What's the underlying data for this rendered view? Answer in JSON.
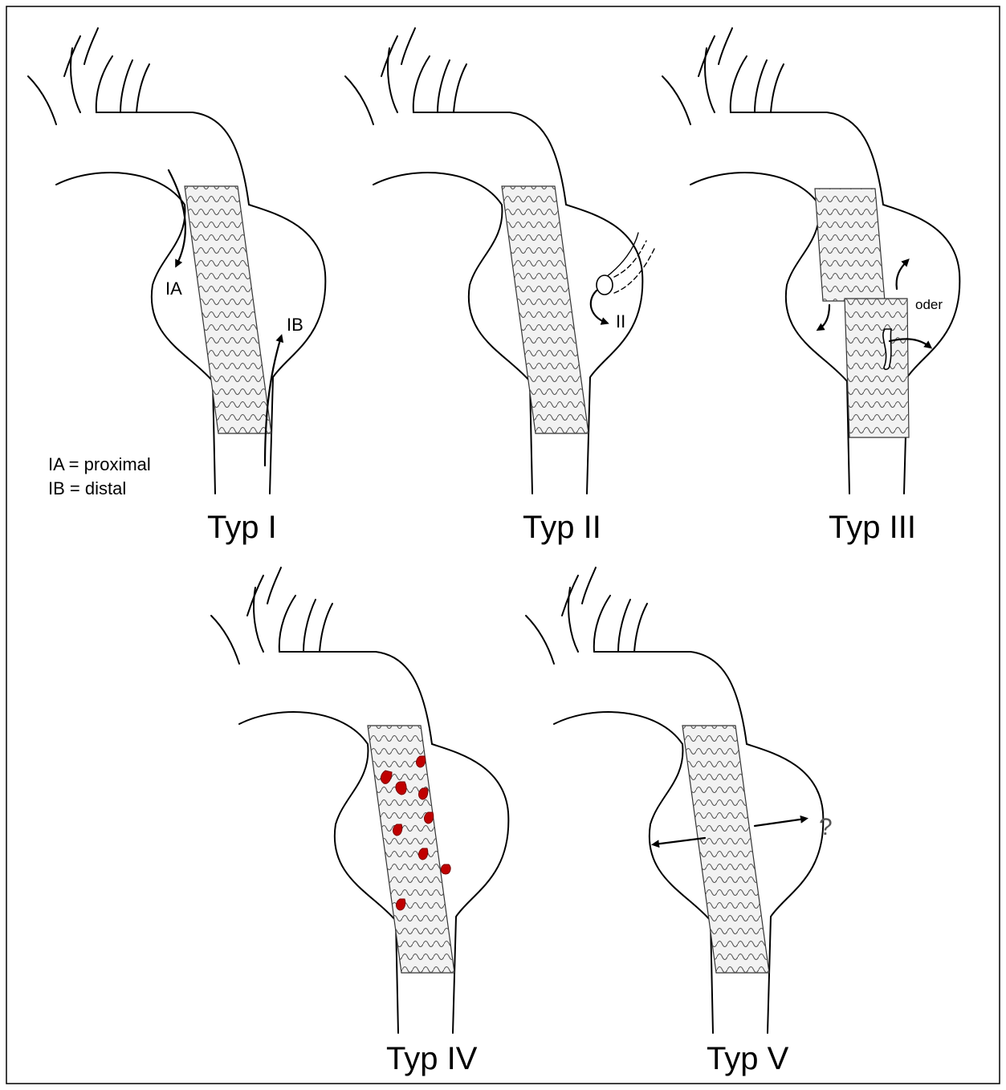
{
  "panels": [
    {
      "id": "typ1",
      "title": "Typ I",
      "labels": {
        "ia": "IA",
        "ib": "IB"
      }
    },
    {
      "id": "typ2",
      "title": "Typ II",
      "labels": {
        "ii": "II"
      }
    },
    {
      "id": "typ3",
      "title": "Typ III",
      "labels": {
        "oder": "oder"
      }
    },
    {
      "id": "typ4",
      "title": "Typ IV"
    },
    {
      "id": "typ5",
      "title": "Typ V",
      "labels": {
        "question": "?"
      }
    }
  ],
  "legend": {
    "line1": "IA = proximal",
    "line2": "IB = distal"
  },
  "colors": {
    "outline": "#000000",
    "graft": "#f2f2f2",
    "endoleak_drop": "#c00000"
  }
}
